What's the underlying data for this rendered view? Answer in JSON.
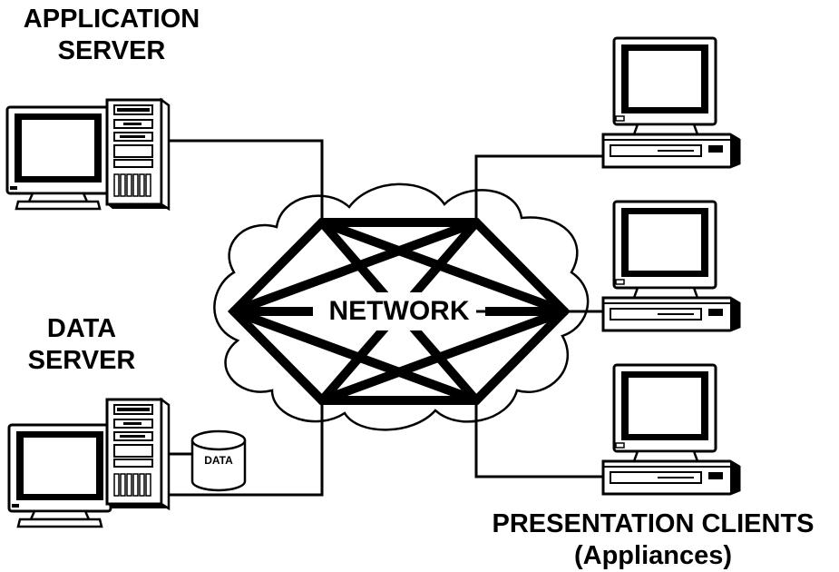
{
  "labels": {
    "application_server": [
      "APPLICATION",
      "SERVER"
    ],
    "data_server": [
      "DATA",
      "SERVER"
    ],
    "presentation_clients": [
      "PRESENTATION CLIENTS",
      "(Appliances)"
    ],
    "network": "NETWORK",
    "data_store": "DATA"
  },
  "colors": {
    "ink": "#000000",
    "background": "#ffffff",
    "screen_inner": "#ffffff"
  },
  "icons": [
    "server-tower-icon",
    "crt-monitor-icon",
    "desktop-pc-icon",
    "database-cylinder-icon",
    "cloud-icon"
  ]
}
